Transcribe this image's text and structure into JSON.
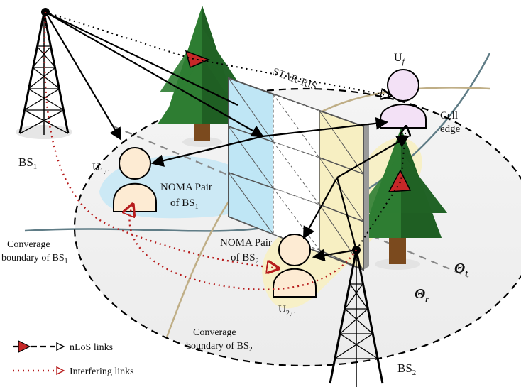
{
  "labels": {
    "bs1": "BS",
    "bs1_sub": "1",
    "bs2": "BS",
    "bs2_sub": "2",
    "star_ris": "STAR-RIS",
    "uf": "U",
    "uf_sub": "f",
    "u1c": "U",
    "u1c_sub": "1,c",
    "u2c": "U",
    "u2c_sub": "2,c",
    "cell_edge_1": "Cell",
    "cell_edge_2": "edge",
    "noma1_l1": "NOMA Pair",
    "noma1_l2": "of BS",
    "noma1_sub": "1",
    "noma2_l1": "NOMA Pair",
    "noma2_l2": "of BS",
    "noma2_sub": "2",
    "cov1_l1": "Converage",
    "cov1_l2": "boundary of BS",
    "cov1_sub": "1",
    "cov2_l1": "Converage",
    "cov2_l2": "boundary of BS",
    "cov2_sub": "2",
    "theta_t": "Θ",
    "theta_t_sub": "t",
    "theta_r": "Θ",
    "theta_r_sub": "r"
  },
  "legend": {
    "nlos": "nLoS links",
    "interfering": "Interfering links"
  },
  "colors": {
    "trees": "#2e7d32",
    "tree_dark": "#1b4d1e",
    "trunk": "#7b4a1e",
    "noma1_region": "#bfe6f5",
    "noma2_region": "#f5ecb8",
    "interfering": "#b71c1c",
    "nlos_marker": "#c62828",
    "user_uf": "#f3e1f6",
    "user": "#fdebd3"
  }
}
